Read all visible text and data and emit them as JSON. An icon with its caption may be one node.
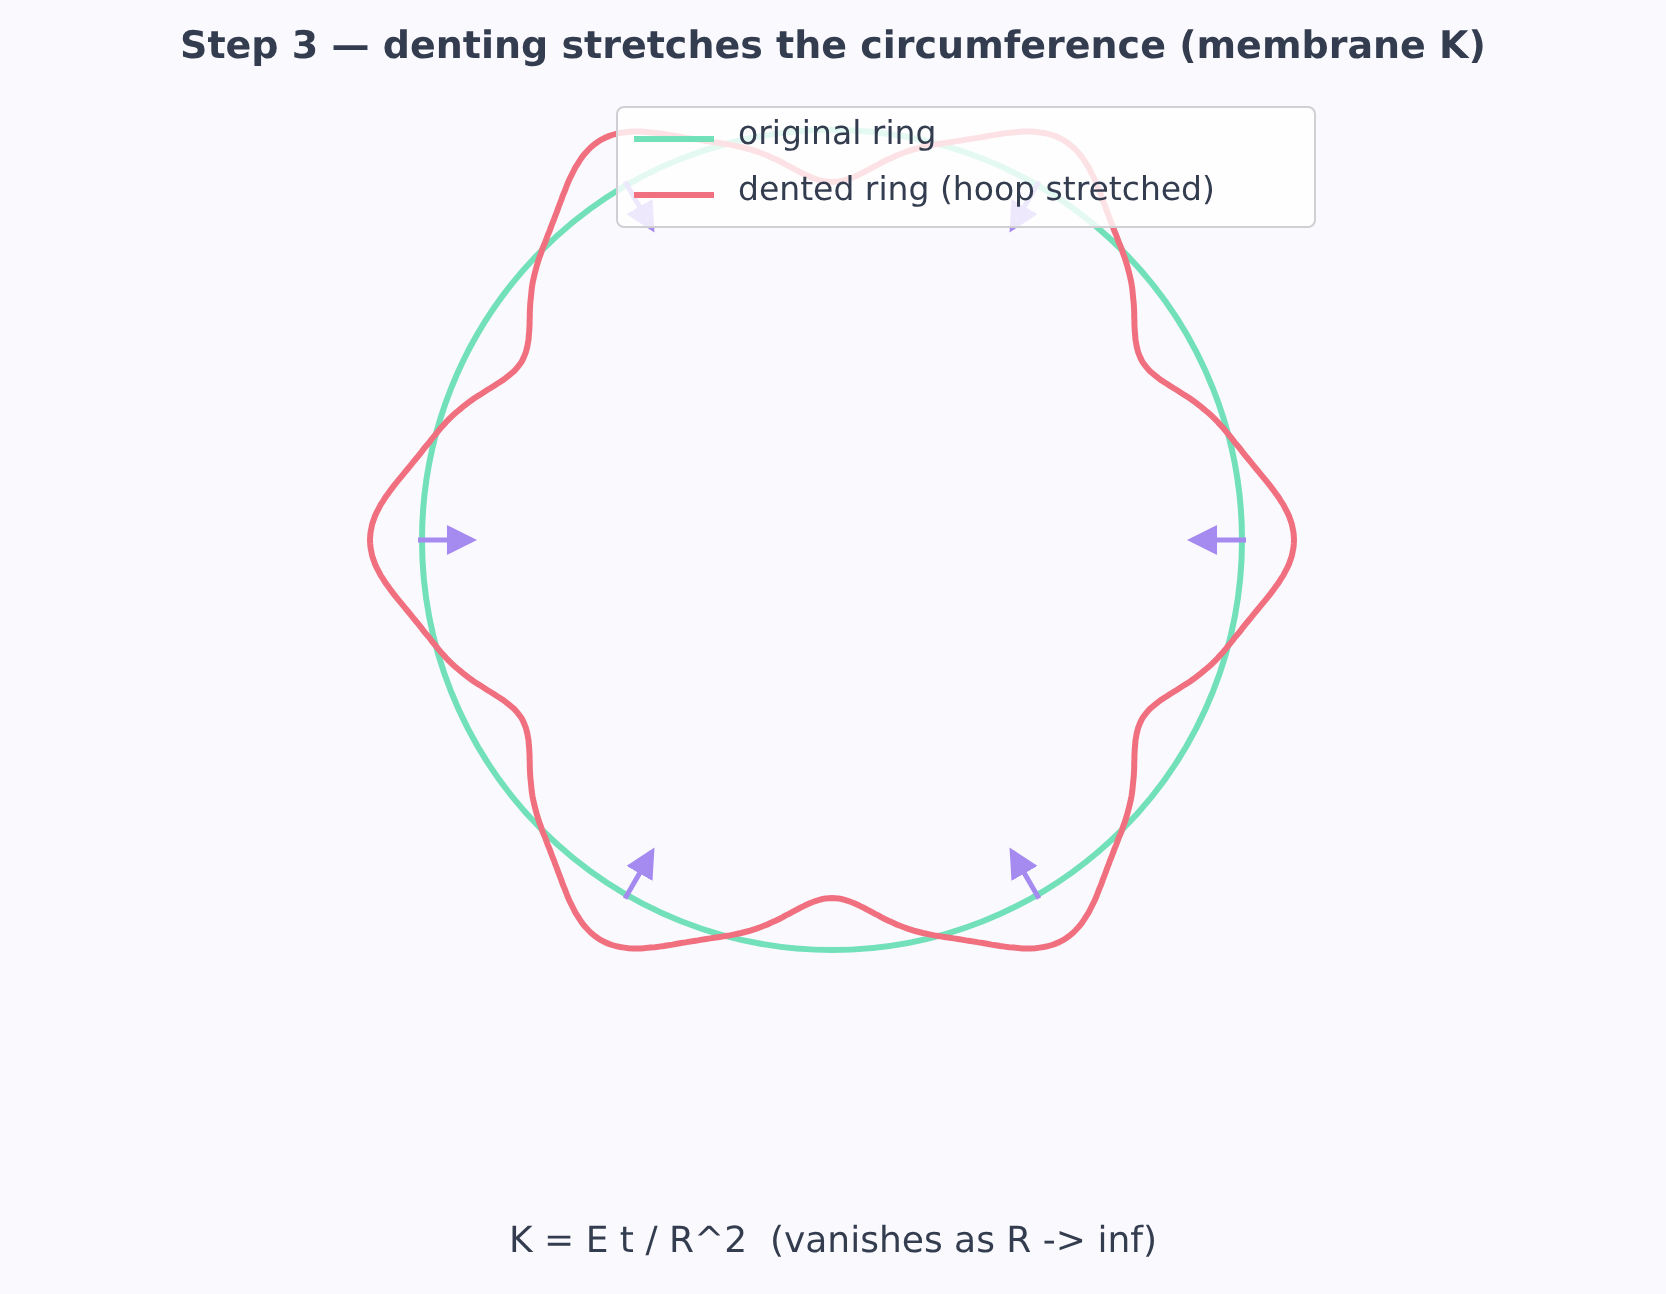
{
  "diagram": {
    "title": "Step 3 — denting stretches the circumference (membrane K)",
    "caption": "K = E t / R^2  (vanishes as R -> inf)",
    "legend": [
      {
        "text": "original ring"
      },
      {
        "text": "dented ring (hoop stretched)"
      }
    ]
  }
}
